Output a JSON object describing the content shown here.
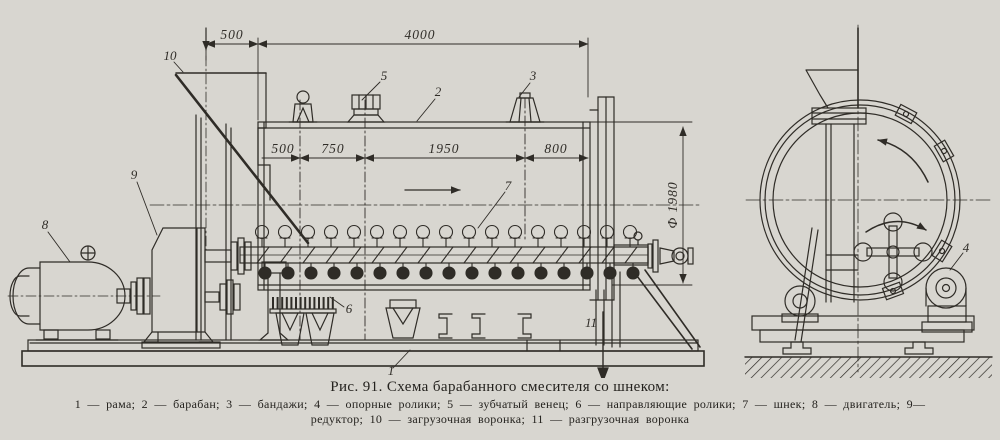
{
  "colors": {
    "paper": "#d8d6d0",
    "ink": "#2f2c27"
  },
  "caption": {
    "title": "Рис. 91. Схема барабанного смесителя со шнеком:",
    "legend_line1": "1 — рама;  2 — барабан;  3 — бандажи;  4 — опорные ролики;  5 — зубчатый венец;  6 — направляющие ролики;  7 — шнек;  8 — двигатель;  9—",
    "legend_line2": "редуктор;  10 — загрузочная воронка;  11 — разгрузочная воронка"
  },
  "dimensions": {
    "top_left": "500",
    "top_overall": "4000",
    "mid_1": "500",
    "mid_2": "750",
    "mid_3": "1950",
    "mid_4": "800",
    "diameter": "Ф 1980"
  },
  "callouts": {
    "n1": "1",
    "n2": "2",
    "n3": "3",
    "n4": "4",
    "n5": "5",
    "n6": "6",
    "n7": "7",
    "n8": "8",
    "n9": "9",
    "n10": "10",
    "n11": "11"
  }
}
